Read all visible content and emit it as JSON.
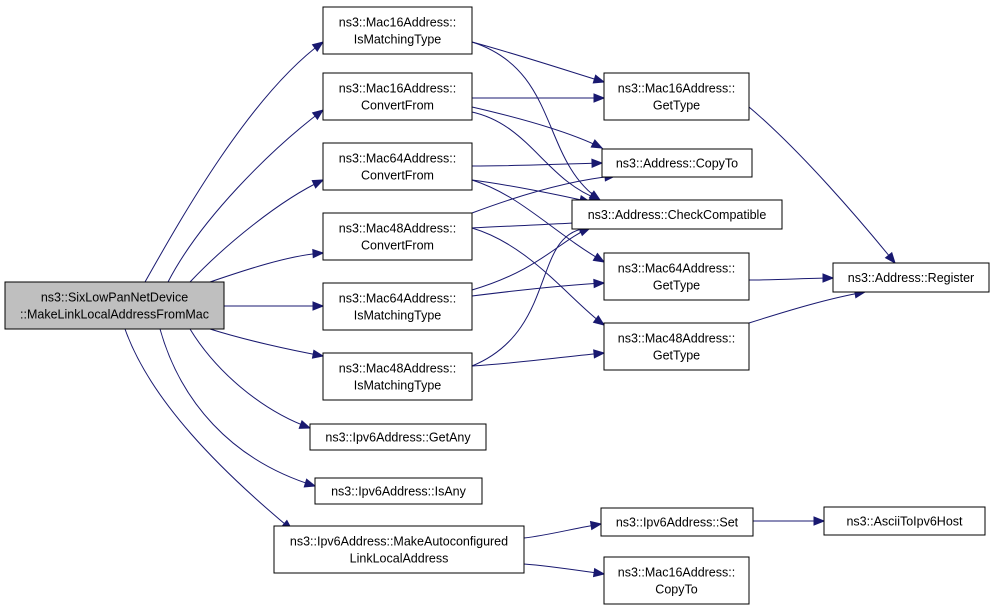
{
  "nodes": [
    {
      "id": "root",
      "lines": [
        "ns3::SixLowPanNetDevice",
        "::MakeLinkLocalAddressFromMac"
      ],
      "root": true
    },
    {
      "id": "m16match",
      "lines": [
        "ns3::Mac16Address::",
        "IsMatchingType"
      ]
    },
    {
      "id": "m16conv",
      "lines": [
        "ns3::Mac16Address::",
        "ConvertFrom"
      ]
    },
    {
      "id": "m64conv",
      "lines": [
        "ns3::Mac64Address::",
        "ConvertFrom"
      ]
    },
    {
      "id": "m48conv",
      "lines": [
        "ns3::Mac48Address::",
        "ConvertFrom"
      ]
    },
    {
      "id": "m64match",
      "lines": [
        "ns3::Mac64Address::",
        "IsMatchingType"
      ]
    },
    {
      "id": "m48match",
      "lines": [
        "ns3::Mac48Address::",
        "IsMatchingType"
      ]
    },
    {
      "id": "v6any",
      "lines": [
        "ns3::Ipv6Address::GetAny"
      ]
    },
    {
      "id": "v6isany",
      "lines": [
        "ns3::Ipv6Address::IsAny"
      ]
    },
    {
      "id": "v6auto",
      "lines": [
        "ns3::Ipv6Address::MakeAutoconfigured",
        "LinkLocalAddress"
      ]
    },
    {
      "id": "m16type",
      "lines": [
        "ns3::Mac16Address::",
        "GetType"
      ]
    },
    {
      "id": "copyto",
      "lines": [
        "ns3::Address::CopyTo"
      ]
    },
    {
      "id": "check",
      "lines": [
        "ns3::Address::CheckCompatible"
      ]
    },
    {
      "id": "m64type",
      "lines": [
        "ns3::Mac64Address::",
        "GetType"
      ]
    },
    {
      "id": "m48type",
      "lines": [
        "ns3::Mac48Address::",
        "GetType"
      ]
    },
    {
      "id": "v6set",
      "lines": [
        "ns3::Ipv6Address::Set"
      ]
    },
    {
      "id": "m16copy",
      "lines": [
        "ns3::Mac16Address::",
        "CopyTo"
      ]
    },
    {
      "id": "register",
      "lines": [
        "ns3::Address::Register"
      ]
    },
    {
      "id": "ascii",
      "lines": [
        "ns3::AsciiToIpv6Host"
      ]
    }
  ],
  "edges": [
    [
      "root",
      "m16match"
    ],
    [
      "root",
      "m16conv"
    ],
    [
      "root",
      "m64conv"
    ],
    [
      "root",
      "m48conv"
    ],
    [
      "root",
      "m64match"
    ],
    [
      "root",
      "m48match"
    ],
    [
      "root",
      "v6any"
    ],
    [
      "root",
      "v6isany"
    ],
    [
      "root",
      "v6auto"
    ],
    [
      "m16match",
      "m16type"
    ],
    [
      "m16match",
      "check"
    ],
    [
      "m16conv",
      "m16type"
    ],
    [
      "m16conv",
      "copyto"
    ],
    [
      "m16conv",
      "check"
    ],
    [
      "m64conv",
      "copyto"
    ],
    [
      "m64conv",
      "check"
    ],
    [
      "m64conv",
      "m64type"
    ],
    [
      "m48conv",
      "copyto"
    ],
    [
      "m48conv",
      "check"
    ],
    [
      "m48conv",
      "m48type"
    ],
    [
      "m64match",
      "m64type"
    ],
    [
      "m64match",
      "check"
    ],
    [
      "m48match",
      "m48type"
    ],
    [
      "m48match",
      "check"
    ],
    [
      "m16type",
      "register"
    ],
    [
      "m64type",
      "register"
    ],
    [
      "m48type",
      "register"
    ],
    [
      "v6auto",
      "v6set"
    ],
    [
      "v6auto",
      "m16copy"
    ],
    [
      "v6set",
      "ascii"
    ]
  ],
  "colors": {
    "edge": "#191970",
    "root_fill": "#bfbfbf",
    "node_fill": "#ffffff",
    "border": "#000000"
  }
}
